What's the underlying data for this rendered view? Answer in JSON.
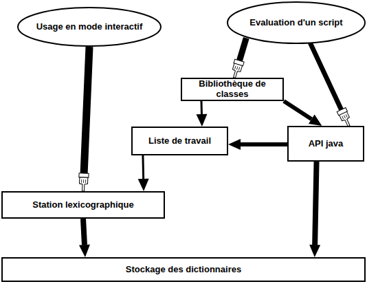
{
  "diagram": {
    "nodes": [
      {
        "text": [
          "Usage en mode interactif"
        ]
      },
      {
        "text": [
          "Evaluation d'un script"
        ]
      },
      {
        "text": [
          "Bibliothèque de classes"
        ]
      },
      {
        "text": [
          "Liste de travail"
        ]
      },
      {
        "text": [
          "API java"
        ]
      },
      {
        "text": [
          "Station lexicographique"
        ]
      },
      {
        "text": [
          "Stockage des dictionnaires"
        ]
      }
    ],
    "edges": [
      {
        "from": 0,
        "to": 5,
        "arrow": "to"
      },
      {
        "from": 1,
        "to": 2,
        "arrow": "to"
      },
      {
        "from": 1,
        "to": 4,
        "arrow": "to"
      },
      {
        "from": 2,
        "to": 3,
        "arrow": "to"
      },
      {
        "from": 2,
        "to": 4,
        "arrow": "to"
      },
      {
        "from": 4,
        "to": 3,
        "arrow": "to"
      },
      {
        "from": 3,
        "to": 5,
        "arrow": "to"
      },
      {
        "from": 4,
        "to": 6,
        "arrow": "to"
      },
      {
        "from": 5,
        "to": 6,
        "arrow": "to"
      }
    ]
  }
}
